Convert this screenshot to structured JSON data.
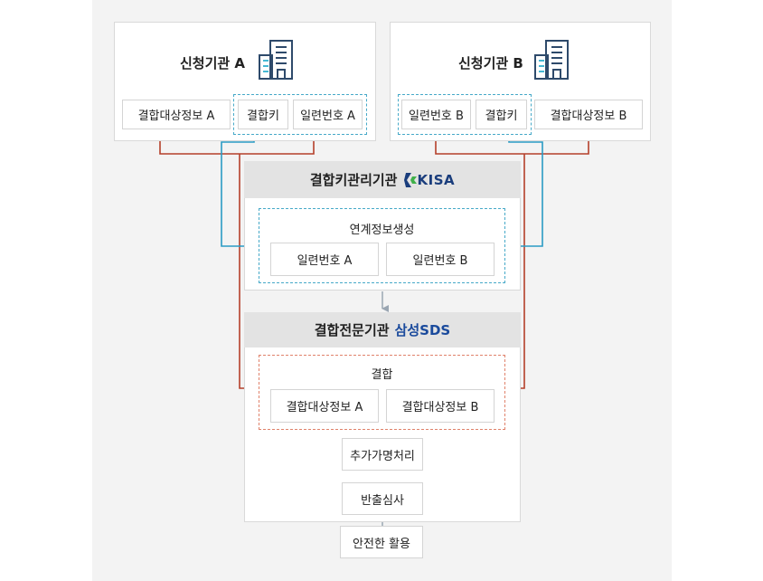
{
  "agency_a": {
    "title": "신청기관 A",
    "combine_info": "결합대상정보 A",
    "combine_key": "결합키",
    "serial": "일련번호 A"
  },
  "agency_b": {
    "title": "신청기관 B",
    "serial": "일련번호 B",
    "combine_key": "결합키",
    "combine_info": "결합대상정보 B"
  },
  "key_agency": {
    "title": "결합키관리기관",
    "logo_text": "KISA",
    "section_label": "연계정보생성",
    "serial_a": "일련번호 A",
    "serial_b": "일련번호 B"
  },
  "combine_agency": {
    "title": "결합전문기관",
    "logo_text": "삼성SDS",
    "section_label": "결합",
    "info_a": "결합대상정보 A",
    "info_b": "결합대상정보 B"
  },
  "steps": [
    "추가가명처리",
    "반출심사",
    "안전한 활용"
  ],
  "colors": {
    "blue": "#2a9bc4",
    "red": "#b5402a",
    "arrow_gray": "#9aa6b2"
  }
}
